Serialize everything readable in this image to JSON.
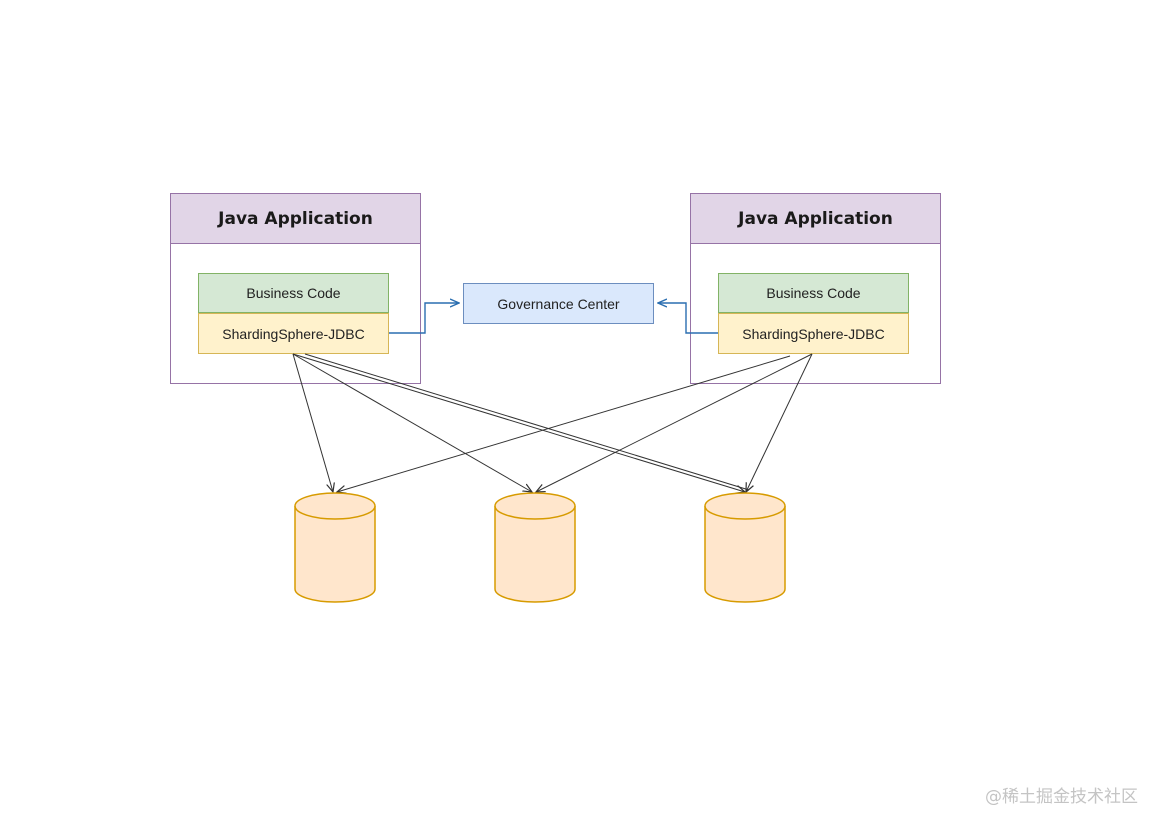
{
  "apps": [
    {
      "title": "Java Application",
      "business": "Business Code",
      "jdbc": "ShardingSphere-JDBC"
    },
    {
      "title": "Java Application",
      "business": "Business Code",
      "jdbc": "ShardingSphere-JDBC"
    }
  ],
  "governance": {
    "label": "Governance Center"
  },
  "databases": [
    "",
    "",
    ""
  ],
  "watermark": "@稀土掘金技术社区",
  "colors": {
    "app_header_fill": "#e1d5e7",
    "app_stroke": "#9673a6",
    "business_fill": "#d5e8d4",
    "business_stroke": "#82b366",
    "jdbc_fill": "#fff2cc",
    "jdbc_stroke": "#d6b656",
    "governance_fill": "#dae8fc",
    "governance_stroke": "#6c8ebf",
    "db_fill": "#ffe6cc",
    "db_stroke": "#d79b00",
    "gov_arrow": "#2a6eb0",
    "db_arrow": "#333333"
  }
}
